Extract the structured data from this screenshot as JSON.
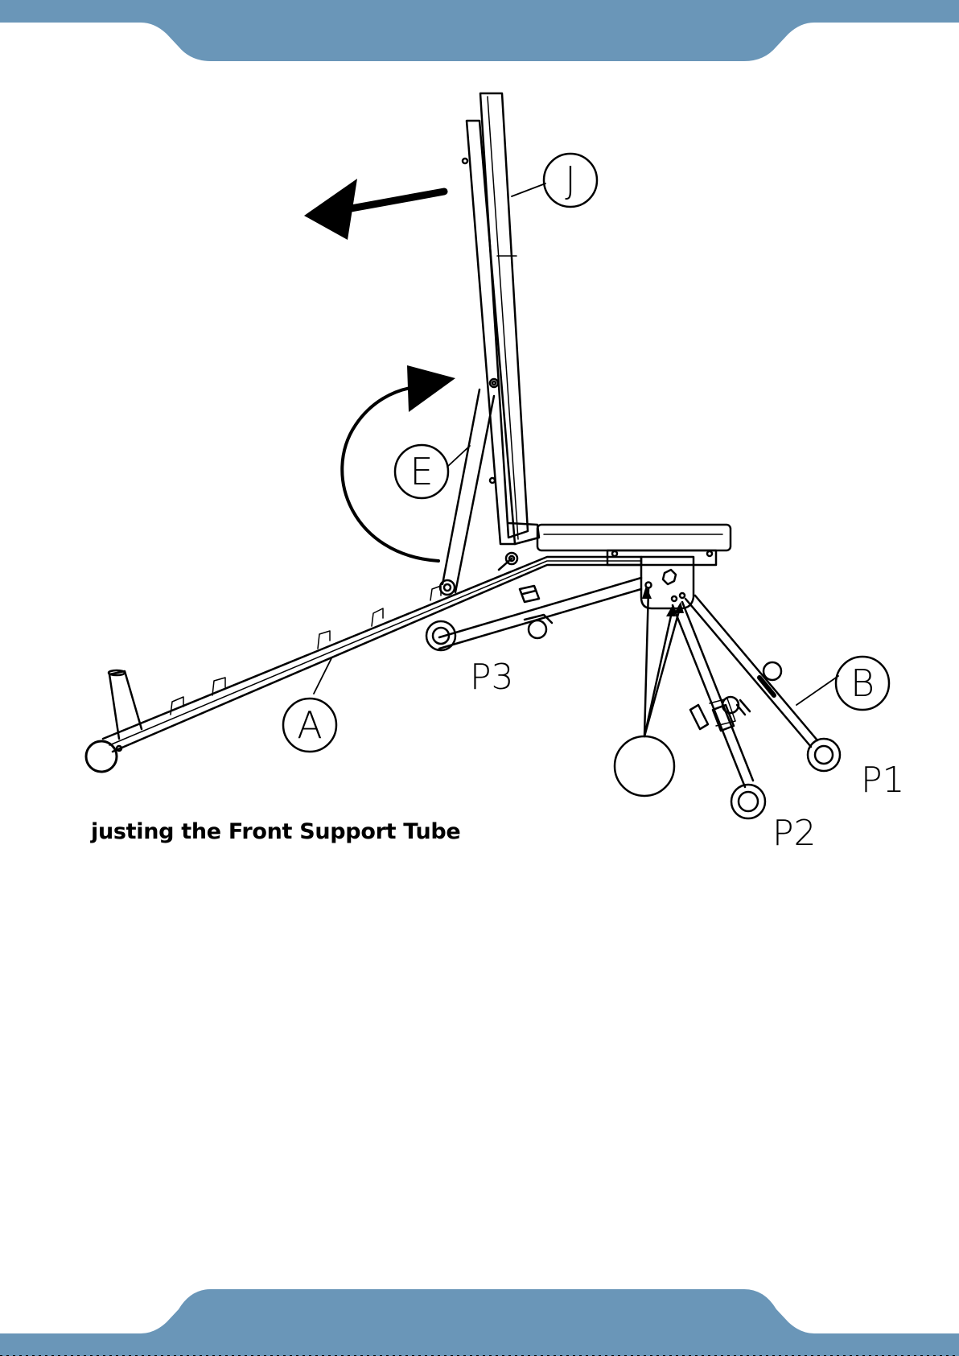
{
  "colors": {
    "band": "#6a96b8",
    "ink": "#000000"
  },
  "figure": {
    "labels": {
      "J": "J",
      "E": "E",
      "A": "A",
      "B": "B",
      "P1": "P1",
      "P2": "P2",
      "P3": "P3"
    },
    "caption": "justing the Front Support Tube"
  }
}
